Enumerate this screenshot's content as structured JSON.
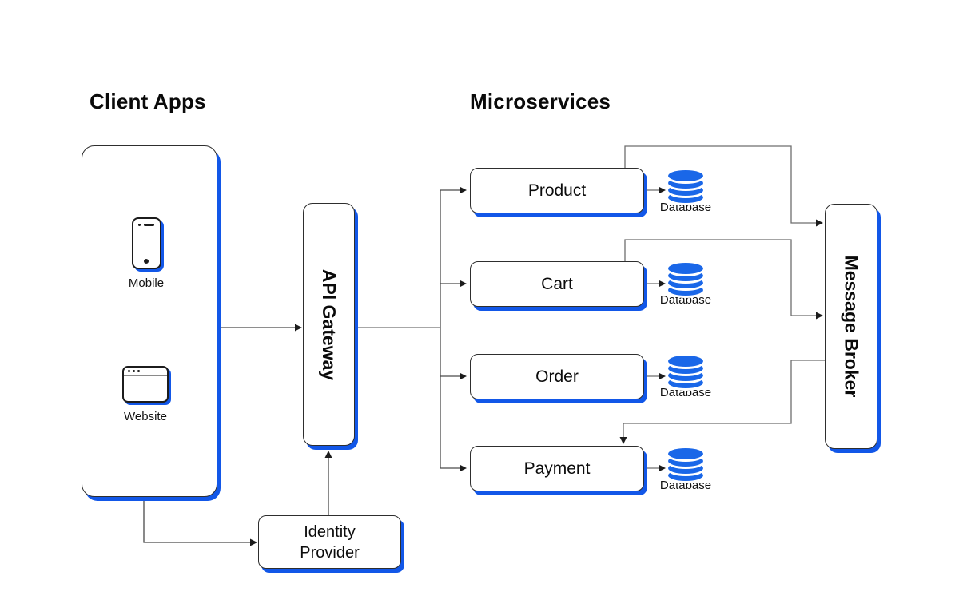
{
  "colors": {
    "accent": "#1a67e8",
    "shadow": "#1257e8",
    "line": "#6e6e6e",
    "arrow": "#1c1c1c",
    "border": "#2e2e2e",
    "text": "#0f0f0f"
  },
  "headers": {
    "left": "Client Apps",
    "right": "Microservices"
  },
  "client_apps": {
    "devices": [
      {
        "label": "Mobile",
        "icon": "smartphone-icon"
      },
      {
        "label": "Website",
        "icon": "browser-window-icon"
      }
    ]
  },
  "api_gateway": {
    "label": "API Gateway"
  },
  "message_broker": {
    "label": "Message Broker"
  },
  "identity_provider": {
    "lines": [
      "Identity",
      "Provider"
    ]
  },
  "services": [
    {
      "name": "Product",
      "database_label": "Database"
    },
    {
      "name": "Cart",
      "database_label": "Database"
    },
    {
      "name": "Order",
      "database_label": "Database"
    },
    {
      "name": "Payment",
      "database_label": "Database"
    }
  ]
}
